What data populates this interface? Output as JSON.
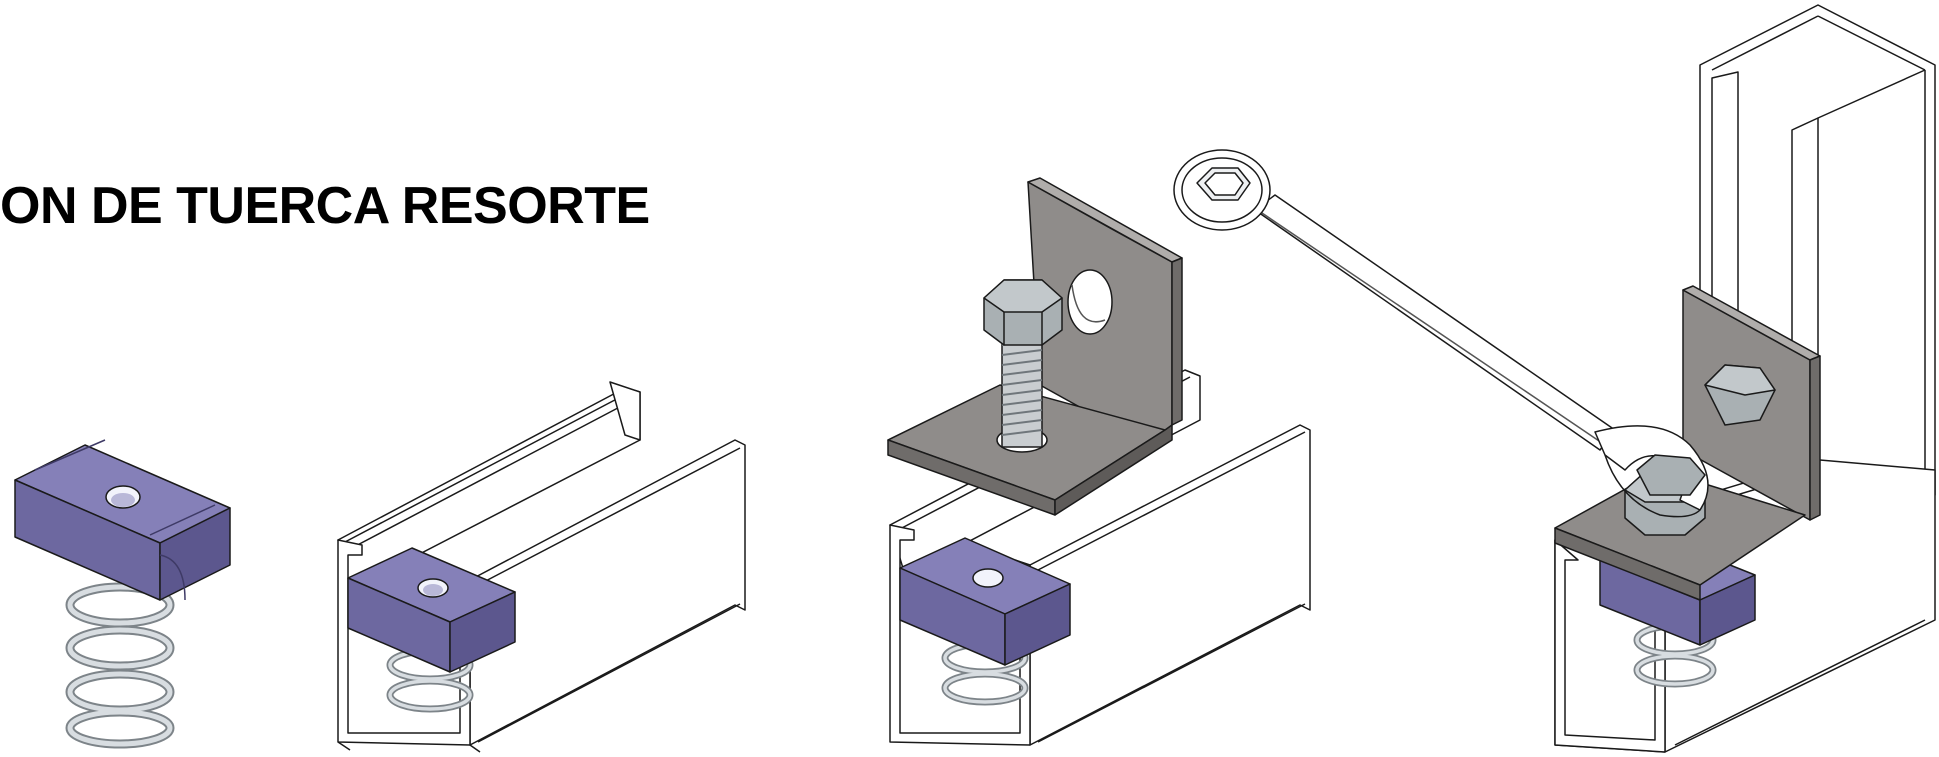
{
  "title": "ON DE TUERCA RESORTE",
  "colors": {
    "nut_face": "#8580b8",
    "nut_side": "#6d68a0",
    "plate_face": "#8f8c8a",
    "plate_edge": "#6f6c6a",
    "bolt": "#a9b0b3",
    "outline": "#1a1a1a",
    "spring": "#c6cbd0",
    "background": "#ffffff"
  },
  "steps": [
    {
      "name": "spring-nut",
      "icon": "spring-nut-icon"
    },
    {
      "name": "nut-in-channel",
      "icon": "channel-icon"
    },
    {
      "name": "bracket-bolt-assembly",
      "icon": "angle-bracket-icon"
    },
    {
      "name": "wrench-tightening",
      "icon": "wrench-icon"
    }
  ]
}
